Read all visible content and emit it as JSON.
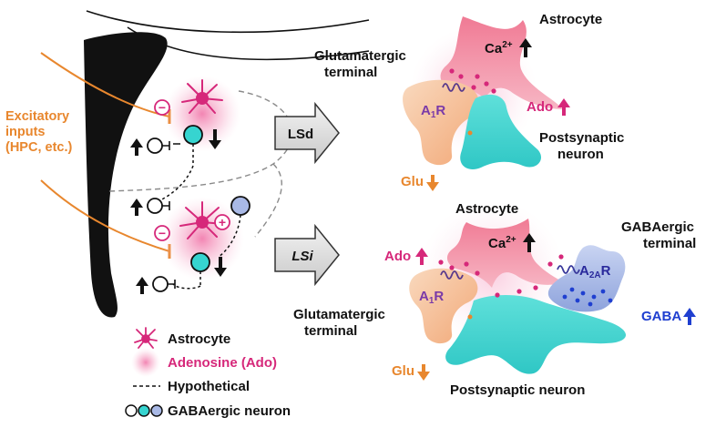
{
  "left": {
    "excitatory_inputs": [
      "Excitatory",
      "inputs",
      "(HPC, etc.)"
    ],
    "minus_sign": "−",
    "plus_sign": "+"
  },
  "arrows": {
    "lsd_label": "LSd",
    "lsi_label": "LSi"
  },
  "legend": {
    "astrocyte": "Astrocyte",
    "adenosine": "Adenosine (Ado)",
    "hypothetical": "Hypothetical",
    "gaba_neuron": "GABAergic neuron"
  },
  "lsd_panel": {
    "astrocyte": "Astrocyte",
    "ca": "Ca",
    "ca_sup": "2+",
    "glutamatergic_terminal": [
      "Glutamatergic",
      "terminal"
    ],
    "a1r": "A",
    "a1r_sub": "1",
    "a1r_end": "R",
    "ado": "Ado",
    "postsynaptic_neuron": [
      "Postsynaptic",
      "neuron"
    ],
    "glu": "Glu"
  },
  "lsi_panel": {
    "astrocyte": "Astrocyte",
    "ca": "Ca",
    "ca_sup": "2+",
    "gabaergic_terminal": [
      "GABAergic",
      "terminal"
    ],
    "ado": "Ado",
    "a1r": "A",
    "a1r_sub": "1",
    "a1r_end": "R",
    "a2ar": "A",
    "a2ar_sub": "2A",
    "a2ar_end": "R",
    "glutamatergic_terminal": [
      "Glutamatergic",
      "terminal"
    ],
    "gaba": "GABA",
    "glu": "Glu",
    "postsynaptic_neuron": "Postsynaptic neuron"
  },
  "colors": {
    "orange": "#E8872E",
    "magenta": "#D6287A",
    "blue": "#1F3FD0",
    "cyan": "#36D4D0",
    "lightblue": "#A9B9E6",
    "pink": "#F290A6",
    "peach": "#F7C9A4"
  }
}
